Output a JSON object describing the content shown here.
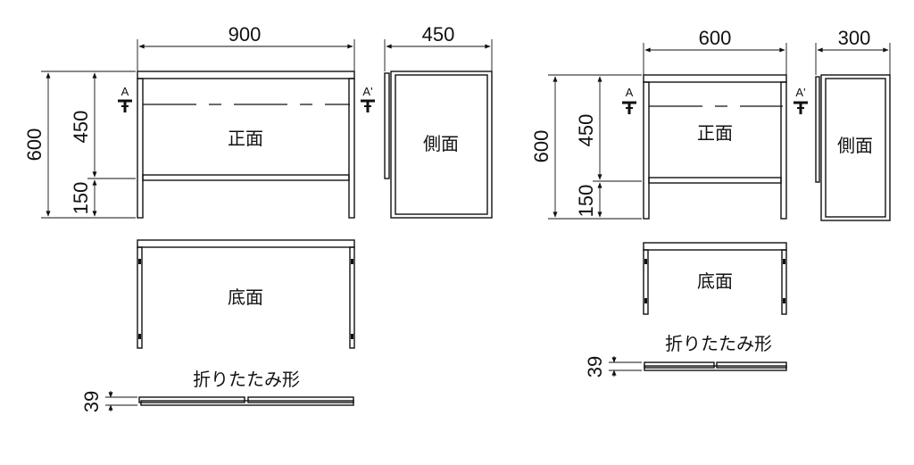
{
  "left": {
    "width": "900",
    "depth": "450",
    "height": "600",
    "upper": "450",
    "lower": "150",
    "fold": "39",
    "front": "正面",
    "side": "側面",
    "bottom": "底面",
    "folded": "折りたたみ形",
    "sec_a": "A",
    "sec_a2": "A'"
  },
  "right": {
    "width": "600",
    "depth": "300",
    "height": "600",
    "upper": "450",
    "lower": "150",
    "fold": "39",
    "front": "正面",
    "side": "側面",
    "bottom": "底面",
    "folded": "折りたたみ形",
    "sec_a": "A",
    "sec_a2": "A'"
  }
}
